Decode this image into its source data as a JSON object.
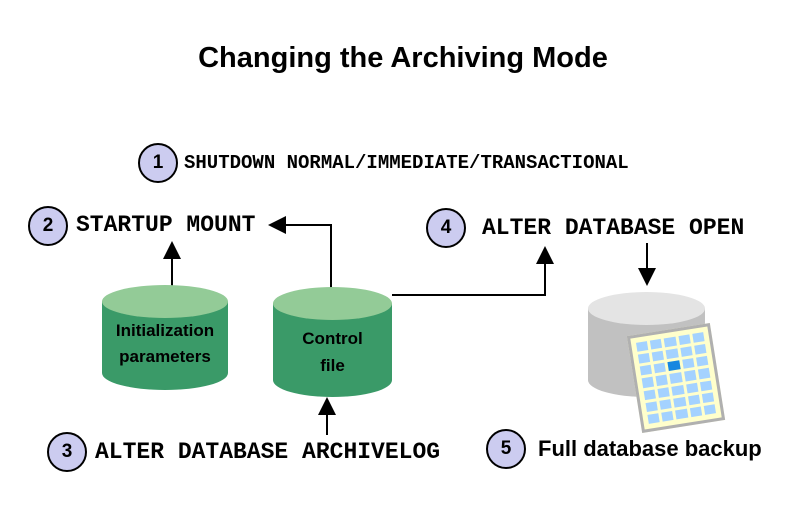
{
  "title": "Changing the Archiving Mode",
  "steps": [
    {
      "number": "1",
      "label": "SHUTDOWN NORMAL/IMMEDIATE/TRANSACTIONAL"
    },
    {
      "number": "2",
      "label": "STARTUP MOUNT"
    },
    {
      "number": "3",
      "label": "ALTER DATABASE ARCHIVELOG"
    },
    {
      "number": "4",
      "label": "ALTER DATABASE OPEN"
    },
    {
      "number": "5",
      "label": "Full database backup"
    }
  ],
  "nodes": {
    "init_params": {
      "line1": "Initialization",
      "line2": "parameters"
    },
    "control_file": {
      "line1": "Control",
      "line2": "file"
    },
    "backup_disk": {
      "description": "database with datafile grid icon"
    }
  },
  "backup_grid": {
    "rows": 7,
    "cols": 5,
    "highlight_row": 3,
    "highlight_col": 3
  },
  "colors": {
    "circle_fill": "#ccccf0",
    "green_body": "#3a9a68",
    "green_top": "#93cb97",
    "gray_body": "#c1c1c1",
    "gray_top": "#e4e4e4",
    "grid_bg": "#ffffcc",
    "grid_frame": "#b0b0b0",
    "grid_cell": "#a4d2ff",
    "grid_cell_highlight": "#1787e0"
  }
}
